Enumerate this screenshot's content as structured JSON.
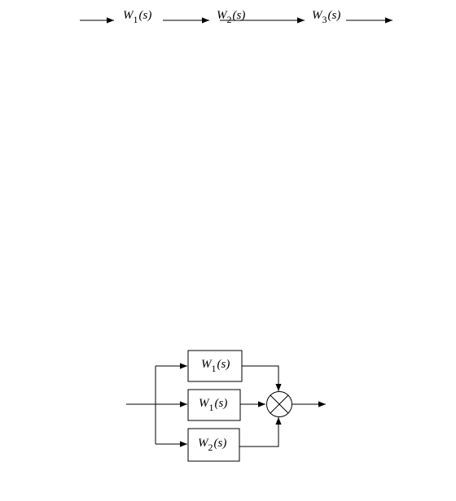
{
  "series_chain": {
    "blocks": [
      {
        "symbol": "W",
        "index": "1",
        "arg": "(s)"
      },
      {
        "symbol": "W",
        "index": "2",
        "arg": "(s)"
      },
      {
        "symbol": "W",
        "index": "3",
        "arg": "(s)"
      }
    ]
  },
  "parallel_block": {
    "blocks": [
      {
        "symbol": "W",
        "index": "1",
        "arg": "(s)"
      },
      {
        "symbol": "W",
        "index": "1",
        "arg": "(s)"
      },
      {
        "symbol": "W",
        "index": "2",
        "arg": "(s)"
      }
    ],
    "junction": "multiplication"
  }
}
